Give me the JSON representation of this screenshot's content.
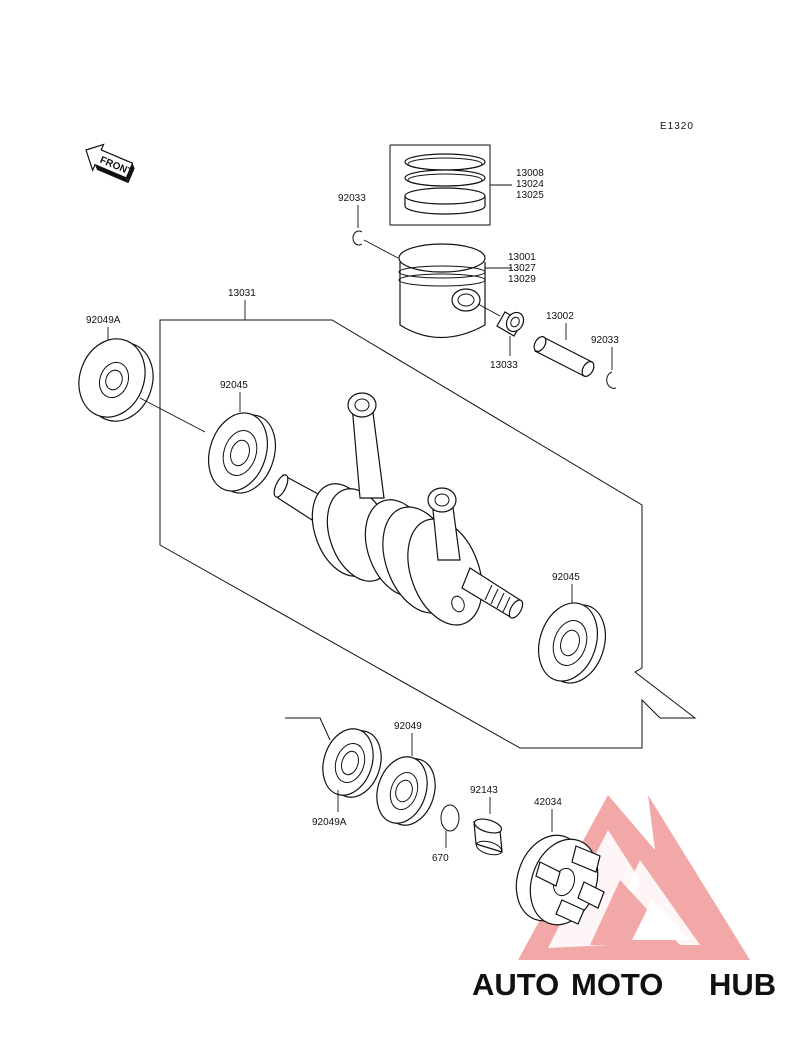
{
  "diagram": {
    "code": "E1320",
    "front_label": "FRONT",
    "parts": {
      "rings_1": "13008",
      "rings_2": "13024",
      "rings_3": "13025",
      "circlip_left": "92033",
      "piston_1": "13001",
      "piston_2": "13027",
      "piston_3": "13029",
      "crankshaft_assy": "13031",
      "oil_seal_top": "92049A",
      "bearing_left": "92045",
      "needle_bearing": "13033",
      "piston_pin": "13002",
      "circlip_right": "92033",
      "bearing_right": "92045",
      "oil_seal_mid": "92049",
      "oil_seal_bottom": "92049A",
      "collar": "92143",
      "o_ring": "670",
      "coupling": "42034"
    }
  },
  "watermark": {
    "part1": "AUTO",
    "part2": "MOTO",
    "part3": "HUB",
    "color_orange": "#f3b46a",
    "color_red": "#ef7c7c",
    "color_gray": "#8a8a8a"
  }
}
